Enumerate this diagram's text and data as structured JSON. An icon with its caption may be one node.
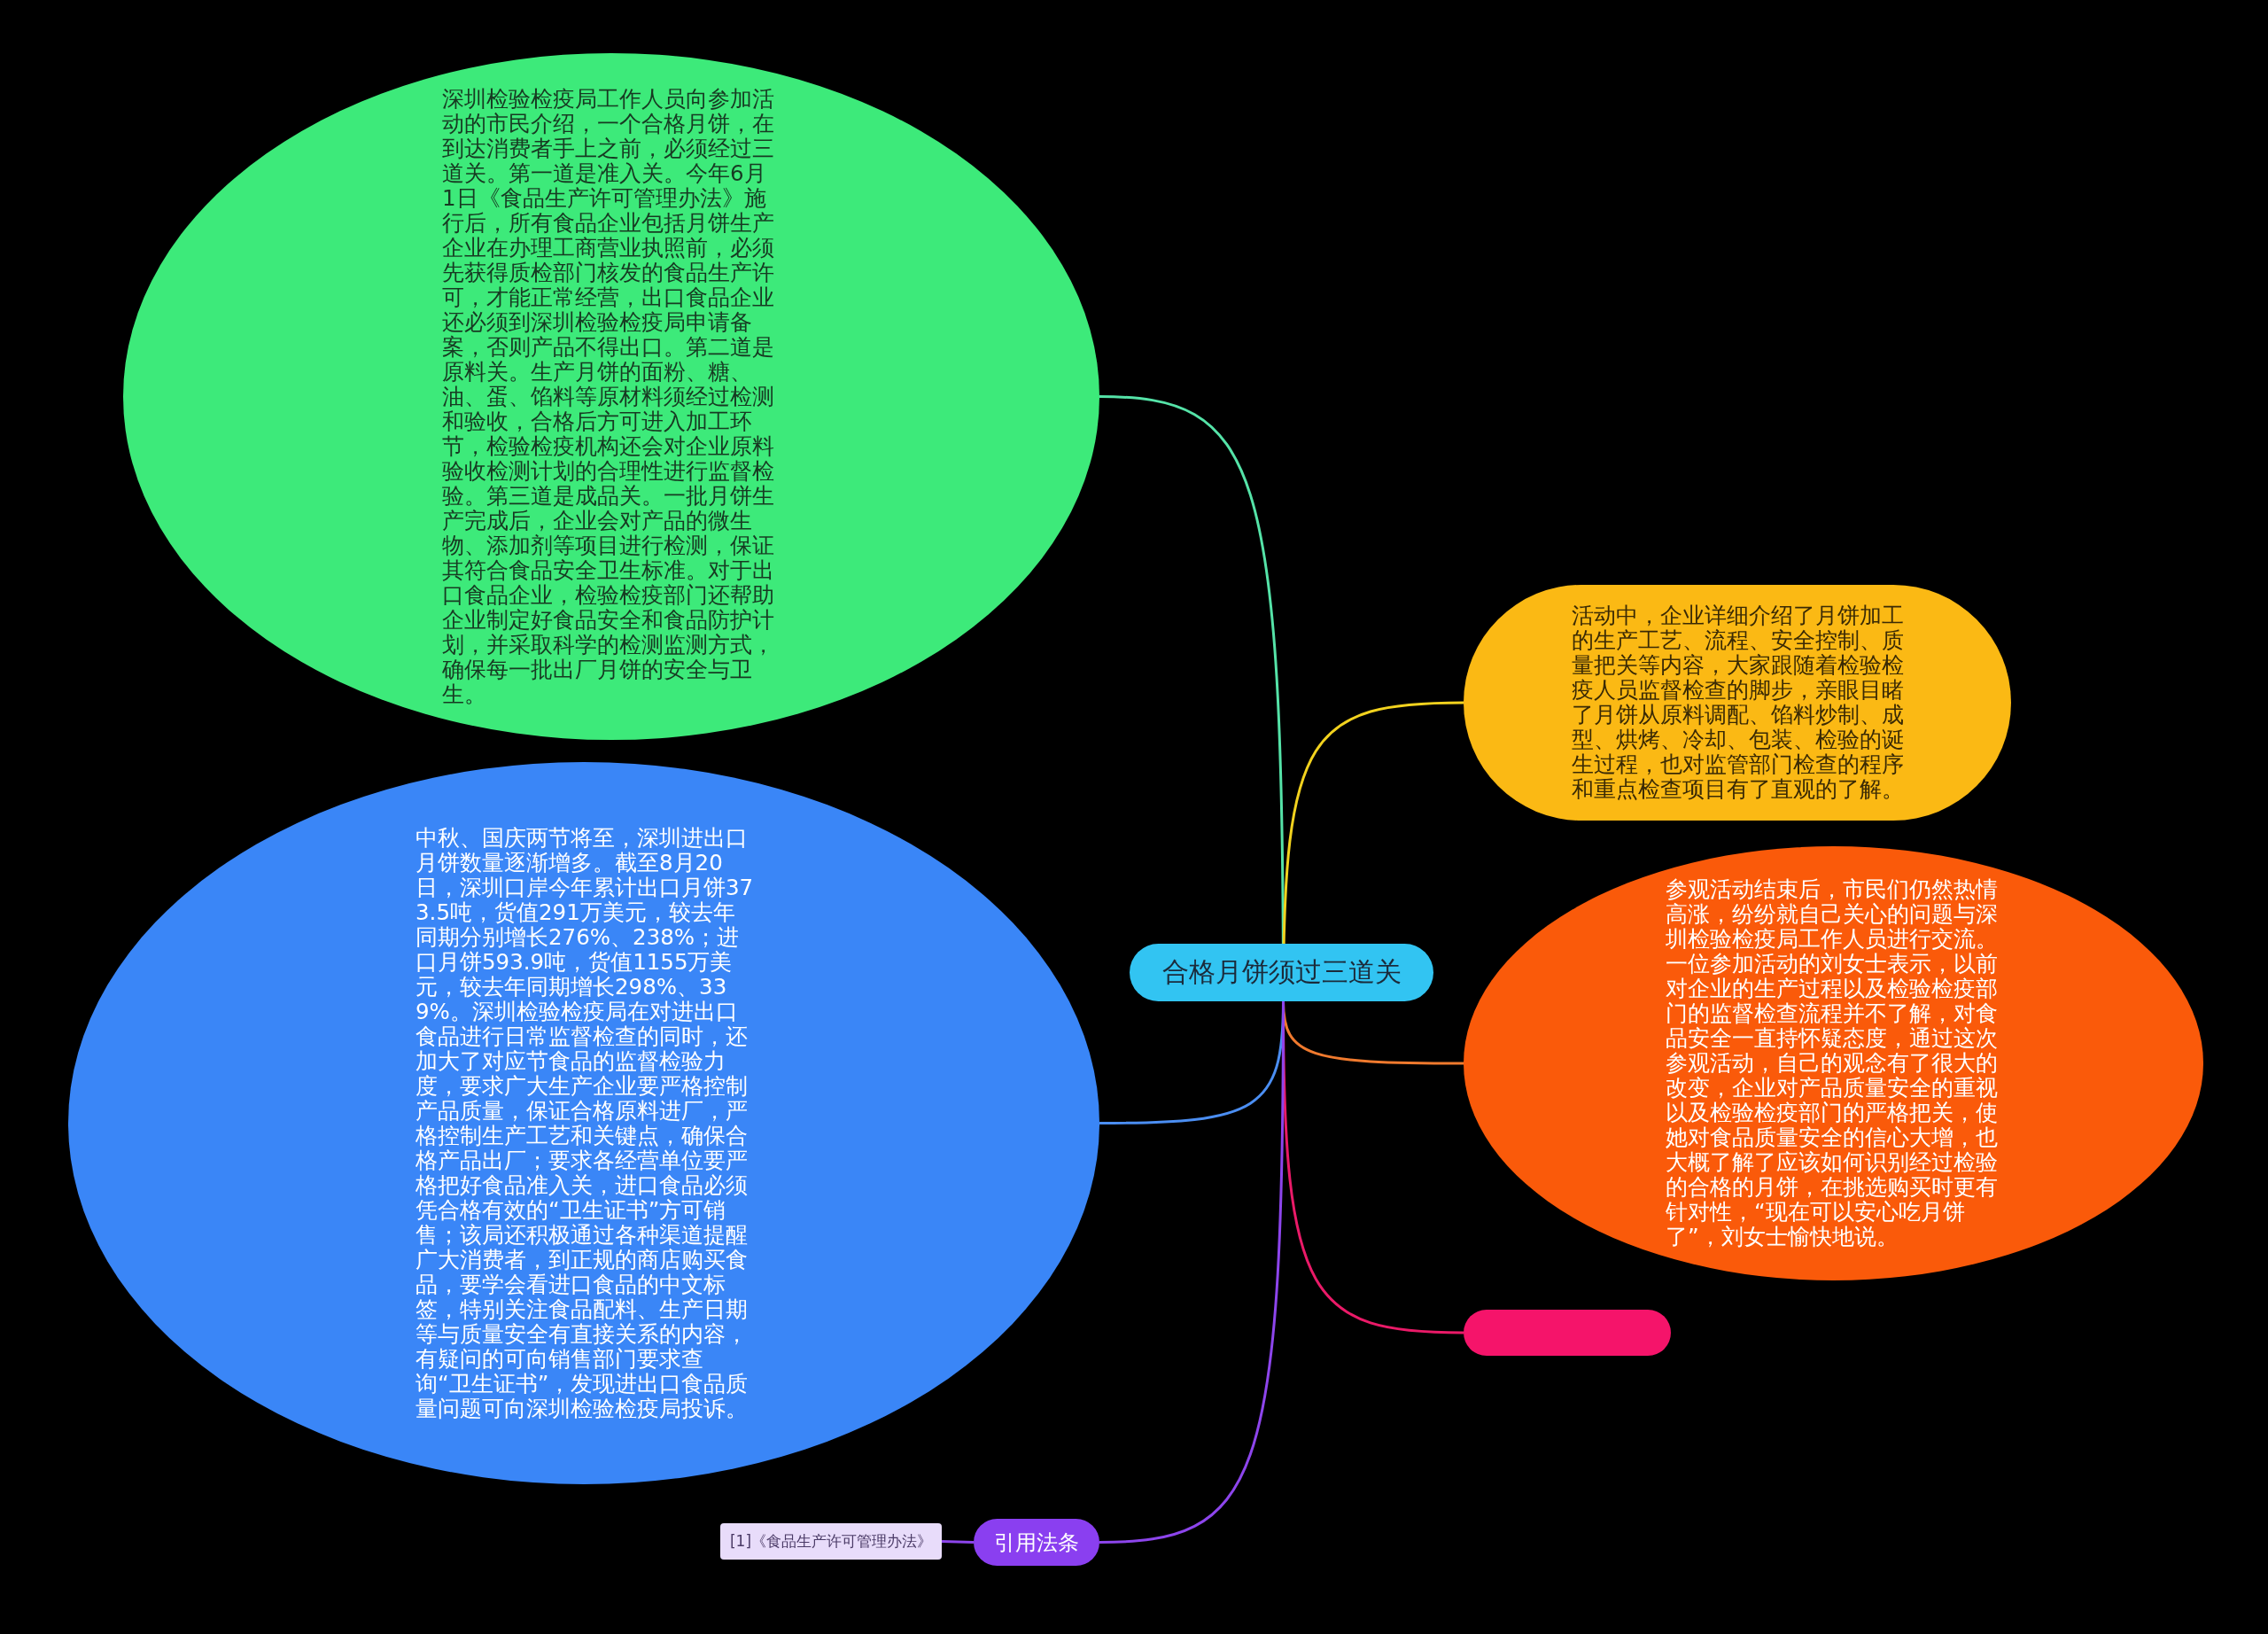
{
  "diagram": {
    "nodes": [
      {
        "text": [
          "合格月饼须过三道关"
        ]
      },
      {
        "text": [
          "深圳检验检疫局工作人员向参加活动的市民介绍，一个合格月饼，在到达消费者手上之前，必须经过三道关。第一道是准入关。今年6月1日《食品生产许可管理办法》施行后，所有食品企业包括月饼生产企业在办理工商营业执照前，必须先获得质检部门核发的食品生产许可，才能正常经营，出口食品企业还必须到深圳检验检疫局申请备案，否则产品不得出口。第二道是原料关。生产月饼的面粉、糖、油、蛋、馅料等原材料须经过检测和验收，合格后方可进入加工环节，检验检疫机构还会对企业原料验收检测计划的合理性进行监督检验。第三道是成品关。一批月饼生产完成后，企业会对产品的微生物、添加剂等项目进行检测，保证其符合食品安全卫生标准。对于出口食品企业，检验检疫部门还帮助企业制定好食品安全和食品防护计划，并采取科学的检测监测方式，确保每一批出厂月饼的安全与卫生。"
        ]
      },
      {
        "text": [
          "活动中，企业详细介绍了月饼加工的生产工艺、流程、安全控制、质量把关等内容，大家跟随着检验检疫人员监督检查的脚步，亲眼目睹了月饼从原料调配、馅料炒制、成型、烘烤、冷却、包装、检验的诞生过程，也对监管部门检查的程序和重点检查项目有了直观的了解。"
        ]
      },
      {
        "text": [
          "中秋、国庆两节将至，深圳进出口月饼数量逐渐增多。截至8月20日，深圳口岸今年累计出口月饼373.5吨，货值291万美元，较去年同期分别增长276%、238%；进口月饼593.9吨，货值1155万美元，较去年同期增长298%、339%。深圳检验检疫局在对进出口食品进行日常监督检查的同时，还加大了对应节食品的监督检验力度，要求广大生产企业要严格控制产品质量，保证合格原料进厂，严格控制生产工艺和关键点，确保合格产品出厂；要求各经营单位要严格把好食品准入关，进口食品必须凭合格有效的“卫生证书”方可销售；该局还积极通过各种渠道提醒广大消费者，到正规的商店购买食品，要学会看进口食品的中文标签，特别关注食品配料、生产日期等与质量安全有直接关系的内容，有疑问的可向销售部门要求查询“卫生证书”，发现进出口食品质量问题可向深圳检验检疫局投诉。"
        ]
      },
      {
        "text": [
          "参观活动结束后，市民们仍然热情高涨，纷纷就自己关心的问题与深圳检验检疫局工作人员进行交流。一位参加活动的刘女士表示，以前对企业的生产过程以及检验检疫部门的监督检查流程并不了解，对食品安全一直持怀疑态度，通过这次参观活动，自己的观念有了很大的改变，企业对产品质量安全的重视以及检验检疫部门的严格把关，使她对食品质量安全的信心大增，也大概了解了应该如何识别经过检验的合格的月饼，在挑选购买时更有针对性，“现在可以安心吃月饼了”，刘女士愉快地说。"
        ]
      },
      {
        "text": [],
        "shape": "box"
      },
      {
        "text": [
          "引用法条"
        ]
      },
      {
        "text": [
          "[1]《食品生产许可管理办法》"
        ]
      }
    ],
    "edges": [
      {
        "from": 0,
        "to": 1,
        "arrow": "none",
        "color": "#55e3a8"
      },
      {
        "from": 0,
        "to": 2,
        "arrow": "none",
        "color": "#f2d21e"
      },
      {
        "from": 0,
        "to": 3,
        "arrow": "none",
        "color": "#4b8ef2"
      },
      {
        "from": 0,
        "to": 4,
        "arrow": "none",
        "color": "#f07a2e"
      },
      {
        "from": 0,
        "to": 5,
        "arrow": "none",
        "color": "#ea1a68"
      },
      {
        "from": 0,
        "to": 6,
        "arrow": "none",
        "color": "#8d45ec"
      },
      {
        "from": 6,
        "to": 7,
        "arrow": "none",
        "color": "#8d45ec"
      }
    ]
  }
}
